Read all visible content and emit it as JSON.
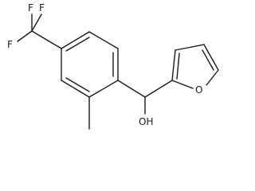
{
  "molecule": {
    "atoms": {
      "f_top": "F",
      "f_left": "F",
      "f_mid": "F",
      "hydroxyl": "OH",
      "furan_oxygen": "O"
    },
    "colors": {
      "ink": "#1a1a1a",
      "background": "#ffffff"
    }
  }
}
